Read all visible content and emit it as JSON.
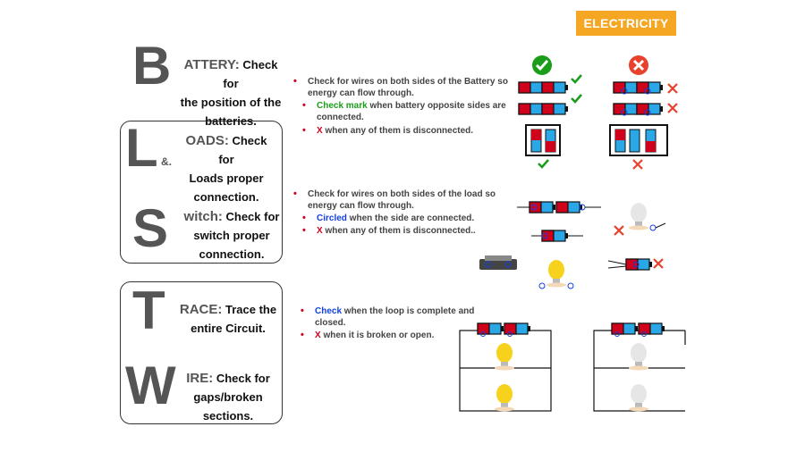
{
  "badge": "ELECTRICITY",
  "battery": {
    "letter": "B",
    "head": "ATTERY:",
    "line1": "Check for",
    "line2": "the position of the",
    "line3": "batteries."
  },
  "loads": {
    "letter": "L",
    "amp": "&.",
    "head": "OADS:",
    "line1": "Check for",
    "line2": "Loads proper",
    "line3": "connection."
  },
  "switch": {
    "letter": "S",
    "head": "witch:",
    "line1": "Check for",
    "line2": "switch proper",
    "line3": "connection."
  },
  "trace": {
    "letter": "T",
    "head": "RACE:",
    "line1": "Trace the",
    "line2": "entire Circuit."
  },
  "wire": {
    "letter": "W",
    "head": "IRE:",
    "line1": "Check for",
    "line2": "gaps/broken",
    "line3": "sections."
  },
  "notes_battery": {
    "main": "Check  for wires on both sides of the Battery so",
    "main2": "energy can flow through.",
    "b1_key": "Check mark",
    "b1_rest": " when battery opposite sides are",
    "b1_rest2": "connected.",
    "b2_key": "X",
    "b2_rest": " when any of them is disconnected."
  },
  "notes_load": {
    "main": "Check  for wires on both sides of the load so",
    "main2": "energy can flow through.",
    "b1_key": "Circled",
    "b1_rest": " when the side are connected.",
    "b2_key": "X",
    "b2_rest": " when any of them is disconnected.."
  },
  "notes_trace": {
    "b1_key": "Check",
    "b1_rest": " when the loop is complete and",
    "b1_rest2": "closed.",
    "b2_key": "X",
    "b2_rest": " when it is broken or open."
  },
  "colors": {
    "battery_red": "#d0021b",
    "battery_blue": "#2aa7e6",
    "check_green": "#1a9d1a",
    "x_red": "#e8412c",
    "bulb_yellow": "#f7d21c",
    "badge_orange": "#f5a623"
  },
  "icons": {
    "ok": "green-check-circle-icon",
    "bad": "red-x-circle-icon"
  }
}
